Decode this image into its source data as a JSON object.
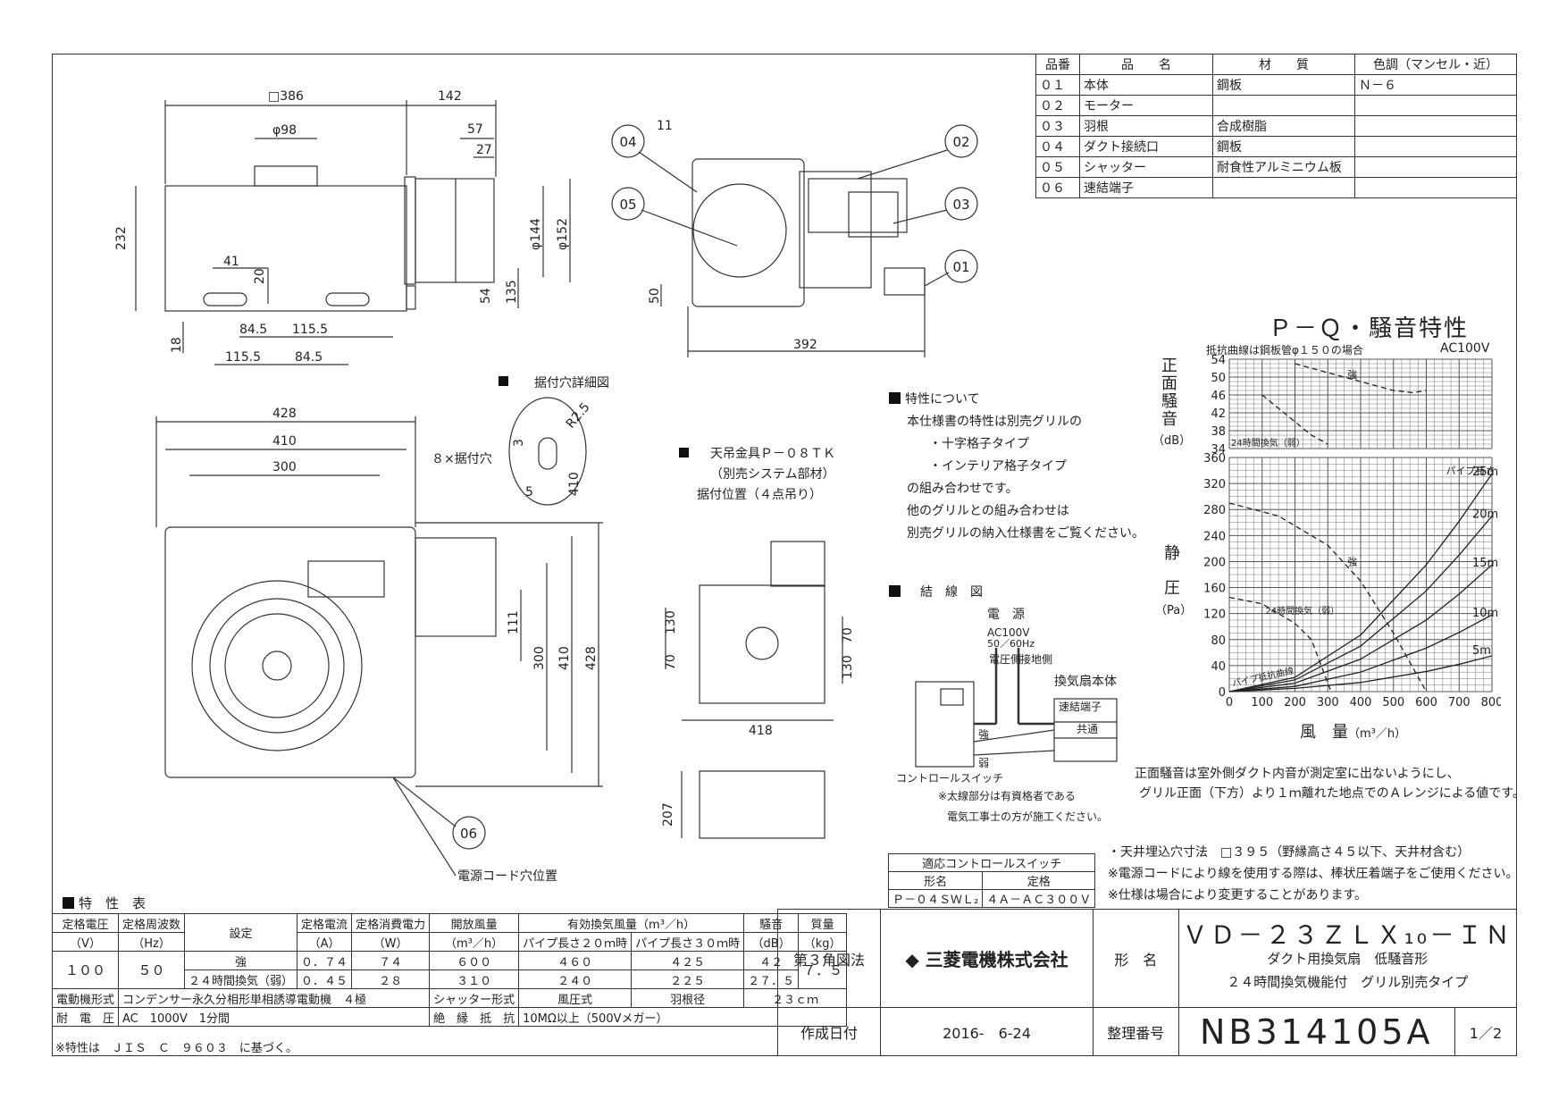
{
  "parts_table": {
    "headers": [
      "品番",
      "品　　名",
      "材　　質",
      "色調（マンセル・近）"
    ],
    "rows": [
      {
        "no": "０１",
        "name": "本体",
        "material": "鋼板",
        "color": "Ｎ－６"
      },
      {
        "no": "０２",
        "name": "モーター",
        "material": "",
        "color": ""
      },
      {
        "no": "０３",
        "name": "羽根",
        "material": "合成樹脂",
        "color": ""
      },
      {
        "no": "０４",
        "name": "ダクト接続口",
        "material": "鋼板",
        "color": ""
      },
      {
        "no": "０５",
        "name": "シャッター",
        "material": "耐食性アルミニウム板",
        "color": ""
      },
      {
        "no": "０６",
        "name": "速結端子",
        "material": "",
        "color": ""
      }
    ]
  },
  "front_view": {
    "dims": {
      "width": "□386",
      "side": "142",
      "pipe": "φ98",
      "d57": "57",
      "d27": "27",
      "h232": "232",
      "d144": "φ144",
      "d152": "φ152",
      "d41": "41",
      "d20": "20",
      "d54": "54",
      "d135": "135",
      "d18": "18",
      "d845a": "84.5",
      "d1155a": "115.5",
      "d1155b": "115.5",
      "d845b": "84.5"
    }
  },
  "side_view": {
    "labels": [
      "04",
      "02",
      "05",
      "03",
      "01"
    ],
    "dims": {
      "d11": "11",
      "d50": "50",
      "d392": "392"
    }
  },
  "pq_chart": {
    "title": "Ｐ－Ｑ・騒音特性",
    "subtitle": "抵抗曲線は鋼板管φ１５０の場合",
    "voltage": "AC100V",
    "noise_axis_label": "正面騒音",
    "noise_unit": "（dB）",
    "pressure_axis_label_1": "静",
    "pressure_axis_label_2": "圧",
    "pressure_unit": "（Pa）",
    "flow_axis_label": "風　量",
    "flow_unit": "（m³／h）",
    "pipe_length_label": "パイプ長さ",
    "pipe_loss_label": "パイプ抵抗曲線",
    "strong_label": "強",
    "weak_label": "24時間換気（弱）",
    "noise_note_1": "正面騒音は室外側ダクト内音が測定室に出ないようにし、",
    "noise_note_2": "グリル正面（下方）より１ｍ離れた地点でのＡレンジによる値です。"
  },
  "chart_data": {
    "type": "line",
    "title": "Ｐ－Ｑ・騒音特性",
    "xlabel": "風　量（m³／h）",
    "ylabel": "静圧（Pa）",
    "xlim": [
      0,
      800
    ],
    "ylim": [
      0,
      360
    ],
    "x_ticks": [
      0,
      100,
      200,
      300,
      400,
      500,
      600,
      700,
      800
    ],
    "y_ticks": [
      0,
      40,
      80,
      120,
      160,
      200,
      240,
      280,
      320,
      360
    ],
    "noise_ylim": [
      34,
      54
    ],
    "noise_ticks": [
      34,
      38,
      42,
      46,
      50,
      54
    ],
    "series": [
      {
        "name": "強",
        "x": [
          0,
          150,
          300,
          400,
          500,
          600
        ],
        "y": [
          290,
          270,
          225,
          170,
          90,
          0
        ]
      },
      {
        "name": "24時間換気（弱）",
        "x": [
          0,
          100,
          200,
          250,
          310
        ],
        "y": [
          145,
          135,
          105,
          80,
          0
        ]
      },
      {
        "name": "5m",
        "x": [
          0,
          200,
          400,
          600,
          700,
          800
        ],
        "y": [
          0,
          5,
          14,
          31,
          42,
          55
        ]
      },
      {
        "name": "10m",
        "x": [
          0,
          200,
          400,
          600,
          700,
          800
        ],
        "y": [
          0,
          8,
          30,
          67,
          91,
          118
        ]
      },
      {
        "name": "15m",
        "x": [
          0,
          200,
          400,
          600,
          700,
          800
        ],
        "y": [
          0,
          13,
          50,
          110,
          150,
          195
        ]
      },
      {
        "name": "20m",
        "x": [
          0,
          200,
          400,
          600,
          700,
          800
        ],
        "y": [
          0,
          18,
          70,
          155,
          210,
          270
        ]
      },
      {
        "name": "25m",
        "x": [
          0,
          200,
          400,
          600,
          700,
          800
        ],
        "y": [
          0,
          22,
          87,
          195,
          262,
          335
        ]
      }
    ],
    "noise_series": [
      {
        "name": "強",
        "x": [
          200,
          300,
          400,
          500,
          560,
          600
        ],
        "y": [
          53,
          51,
          49,
          47,
          46.5,
          47
        ]
      },
      {
        "name": "24時間換気（弱）",
        "x": [
          100,
          150,
          200,
          250,
          300
        ],
        "y": [
          46,
          43,
          40,
          37,
          35
        ]
      }
    ]
  },
  "bottom_view": {
    "dims": {
      "d428t": "428",
      "d410t": "410",
      "d300t": "300",
      "d111": "111",
      "d300r": "300",
      "d410r": "410",
      "d428r": "428"
    },
    "holes_label": "８×据付穴",
    "cord_label": "電源コード穴位置",
    "part06": "06"
  },
  "detail": {
    "title": "据付穴詳細図",
    "dims": {
      "r": "R2.5",
      "a": "3",
      "b": "5",
      "c": "410"
    }
  },
  "hanger": {
    "line1": "天吊金具Ｐ－０８ＴＫ",
    "line2": "（別売システム部材）",
    "line3": "据付位置（４点吊り）",
    "dims": {
      "d130": "130",
      "d70": "70",
      "d130r": "130",
      "d70r": "70",
      "d418": "418",
      "d207": "207"
    }
  },
  "characteristics_note": {
    "title": "特性について",
    "lines": [
      "本仕様書の特性は別売グリルの",
      "・十字格子タイプ",
      "・インテリア格子タイプ",
      "の組み合わせです。",
      "他のグリルとの組み合わせは",
      "別売グリルの納入仕様書をご覧ください。"
    ]
  },
  "wiring": {
    "title": "結　線　図",
    "power": "電　源",
    "ac": "AC100V",
    "hz": "50／60Hz",
    "voltage_side": "電圧側",
    "ground_side": "接地側",
    "unit": "換気扇本体",
    "terminal": "速結端子",
    "common": "共通",
    "strong": "強",
    "weak": "弱",
    "switch": "コントロールスイッチ",
    "note1": "※太線部分は有資格者である",
    "note2": "電気工事士の方が施工ください。"
  },
  "switch_table": {
    "title": "適応コントロールスイッチ",
    "col1": "形名",
    "col2": "定格",
    "model": "Ｐ－０４ＳＷＬ₂",
    "rating": "４Ａ－ＡＣ３００Ｖ"
  },
  "notes": [
    "・天井埋込穴寸法　□３９５（野縁高さ４５以下、天井材含む）",
    "※電源コードにより線を使用する際は、棒状圧着端子をご使用ください。",
    "※仕様は場合により変更することがあります。"
  ],
  "spec_table": {
    "title": "特　性　表",
    "h_voltage": "定格電圧",
    "h_voltage_u": "（V）",
    "h_freq": "定格周波数",
    "h_freq_u": "（Hz）",
    "h_setting": "設定",
    "h_current": "定格電流",
    "h_current_u": "（A）",
    "h_power": "定格消費電力",
    "h_power_u": "（W）",
    "h_open": "開放風量",
    "h_open_u": "（m³／h）",
    "h_eff": "有効換気風量（m³／h）",
    "h_eff20": "パイプ長さ２０ｍ時",
    "h_eff30": "パイプ長さ３０ｍ時",
    "h_noise": "騒音",
    "h_noise_u": "（dB）",
    "h_mass": "質量",
    "h_mass_u": "（kg）",
    "voltage": "１００",
    "freq": "５０",
    "mass": "７．５",
    "rows": [
      {
        "setting": "強",
        "current": "０．７４",
        "power": "７４",
        "open": "６００",
        "e20": "４６０",
        "e30": "４２５",
        "noise": "４２"
      },
      {
        "setting": "２４時間換気（弱）",
        "current": "０．４５",
        "power": "２８",
        "open": "３１０",
        "e20": "２４０",
        "e30": "２２５",
        "noise": "２７．５"
      }
    ],
    "motor_label": "電動機形式",
    "motor": "コンデンサー永久分相形単相誘導電動機　４極",
    "shutter_label": "シャッター形式",
    "shutter": "風圧式",
    "blade_label": "羽根径",
    "blade": "２３ｃｍ",
    "withstand_label": "耐　電　圧",
    "withstand": "AC　1000V　1分間",
    "insul_label": "絶　縁　抵　抗",
    "insul": "10MΩ以上（500Vメガー）",
    "footnote": "※特性は　ＪＩＳ　Ｃ　９６０３　に基づく。"
  },
  "title_block": {
    "projection": "第３角図法",
    "company": "三菱電機株式会社",
    "model_label": "形　名",
    "model": "ＶＤ－２３ＺＬＸ₁₀－ＩＮ",
    "desc1": "ダクト用換気扇　低騒音形",
    "desc2": "２４時間換気機能付　グリル別売タイプ",
    "date_label": "作成日付",
    "date": "2016-　6-24",
    "number_label": "整理番号",
    "number": "NB314105A",
    "page": "1／2"
  }
}
